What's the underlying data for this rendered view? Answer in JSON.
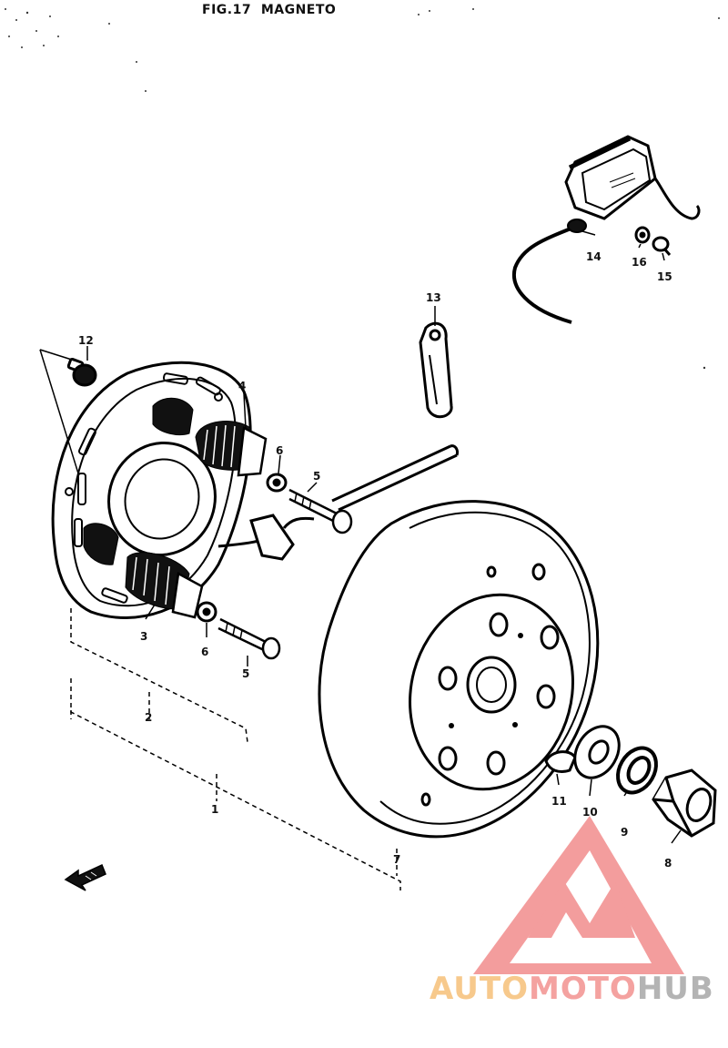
{
  "figure": {
    "title": "FIG.17  MAGNETO"
  },
  "callouts": [
    {
      "id": "1",
      "label": "1"
    },
    {
      "id": "2",
      "label": "2"
    },
    {
      "id": "3",
      "label": "3"
    },
    {
      "id": "4",
      "label": "4"
    },
    {
      "id": "5a",
      "label": "5"
    },
    {
      "id": "5b",
      "label": "5"
    },
    {
      "id": "6a",
      "label": "6"
    },
    {
      "id": "6b",
      "label": "6"
    },
    {
      "id": "7",
      "label": "7"
    },
    {
      "id": "8",
      "label": "8"
    },
    {
      "id": "9",
      "label": "9"
    },
    {
      "id": "10",
      "label": "10"
    },
    {
      "id": "11",
      "label": "11"
    },
    {
      "id": "12",
      "label": "12"
    },
    {
      "id": "13",
      "label": "13"
    },
    {
      "id": "14",
      "label": "14"
    },
    {
      "id": "15",
      "label": "15"
    },
    {
      "id": "16",
      "label": "16"
    }
  ],
  "watermark": {
    "brand_auto": "AUTO",
    "brand_moto": "MOTO",
    "brand_hub": "HUB",
    "colors": {
      "auto": "#f7c98c",
      "moto": "#f4a2a0",
      "hub": "#b4b4b4",
      "logo": "#f28c8c"
    }
  },
  "icons": [
    "front-direction-arrow-icon",
    "brand-logo-icon"
  ]
}
